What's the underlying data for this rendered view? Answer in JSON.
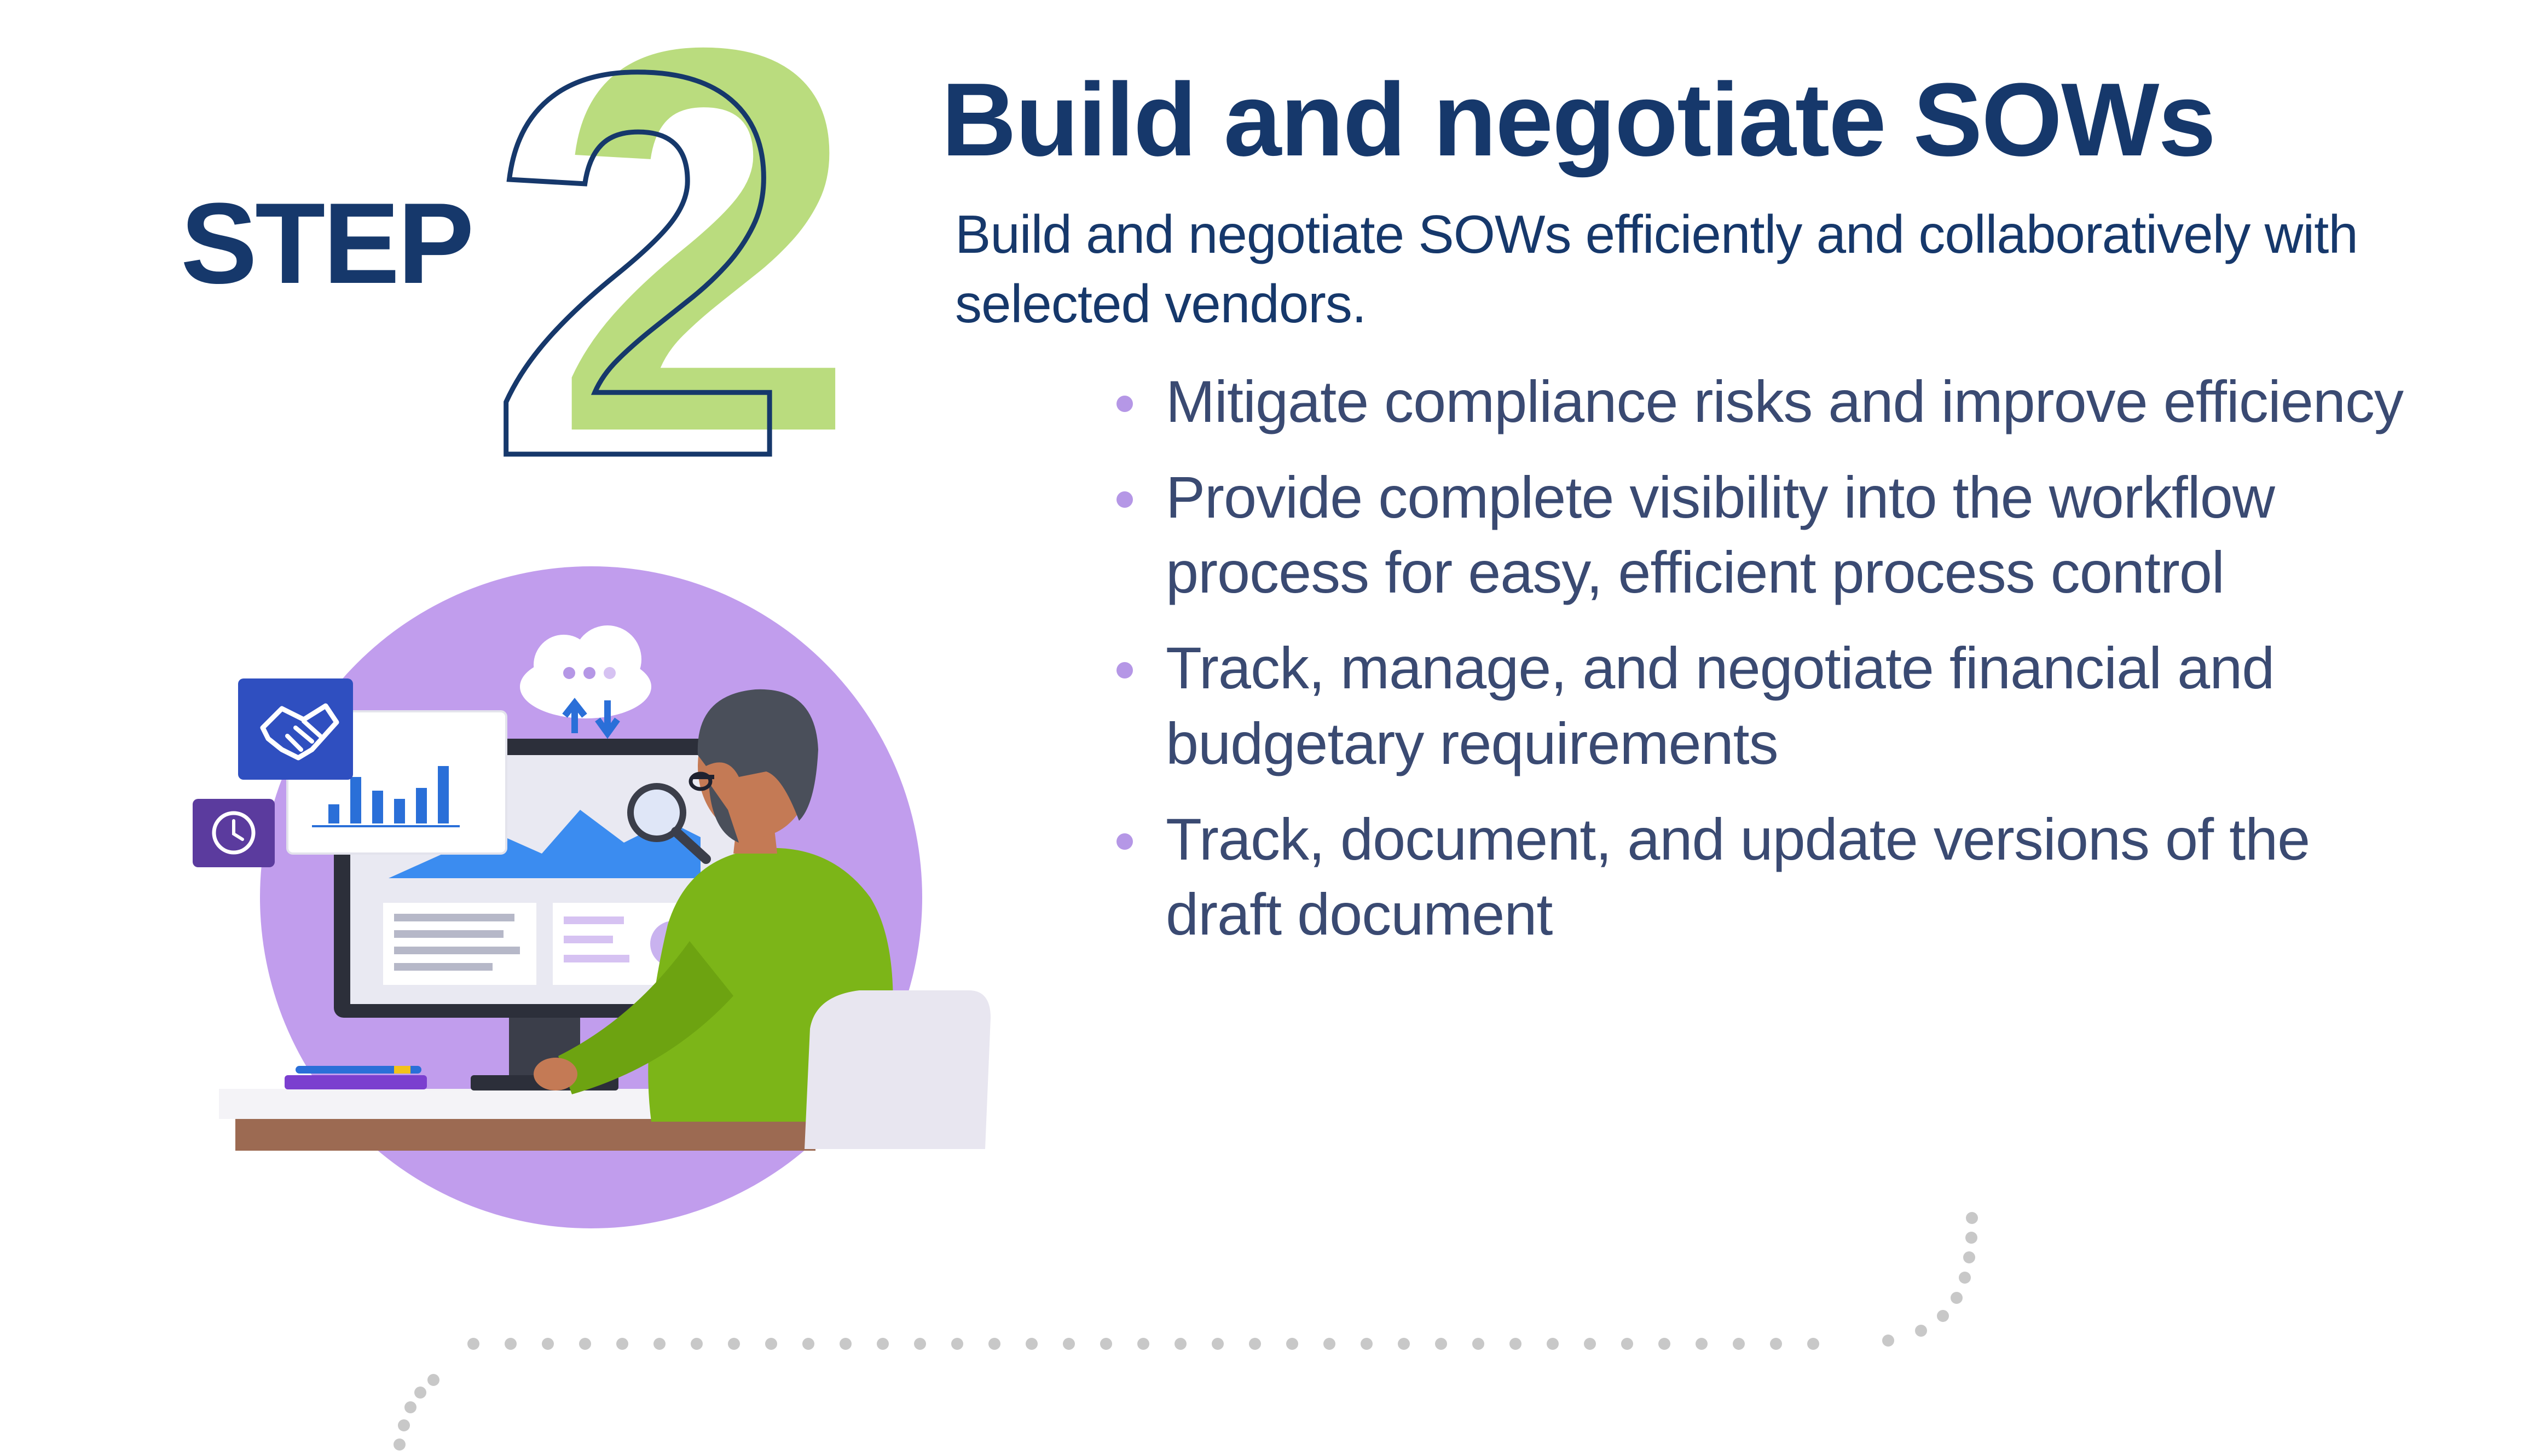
{
  "step": {
    "label": "STEP",
    "number": "2"
  },
  "heading": {
    "title": "Build and negotiate SOWs"
  },
  "intro": "Build and negotiate SOWs efficiently and collaboratively with selected vendors.",
  "bullets": [
    "Mitigate compliance risks and improve efficiency",
    " Provide complete visibility into the workflow process for easy, efficient process control",
    "Track, manage, and negotiate financial and budgetary requirements",
    "Track, document, and update versions of the draft document"
  ],
  "colors": {
    "navy": "#16386b",
    "green": "#badc7e",
    "lavender": "#b597e6",
    "bullet_text": "#3a4a72",
    "sweater": "#7cb518",
    "dots": "#c8c8c8"
  },
  "icons": [
    "handshake-icon",
    "clock-icon",
    "cloud-sync-icon",
    "magnifier-icon"
  ]
}
